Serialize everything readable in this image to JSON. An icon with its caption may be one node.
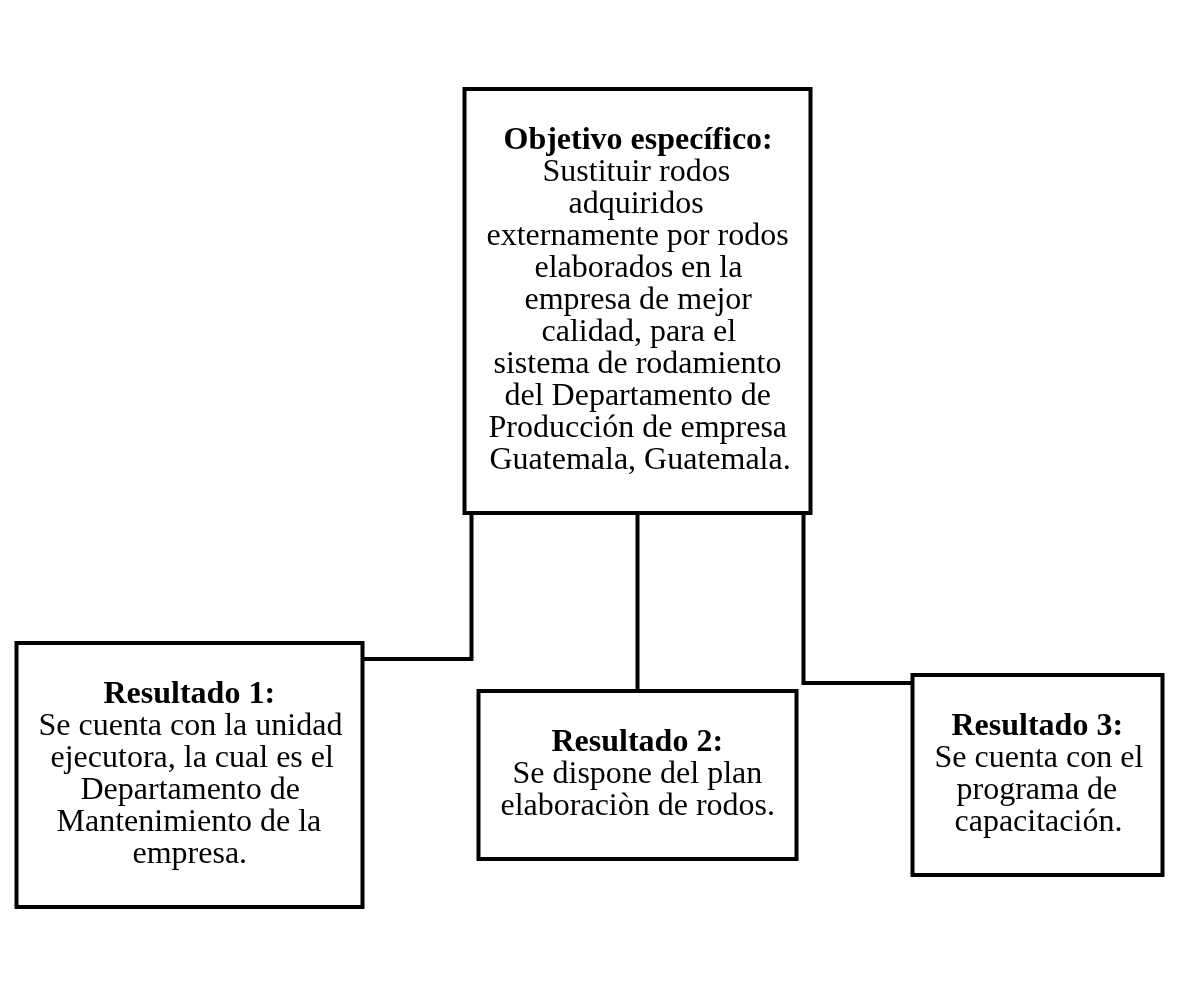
{
  "diagram": {
    "nodes": [
      {
        "text": [
          "Objetivo específico:",
          "Sustituir rodos adquiridos externamente por rodos elaborados en la empresa de mejor calidad, para el sistema de rodamiento del Departamento de Producción de empresa Guatemala, Guatemala."
        ]
      },
      {
        "text": [
          "Resultado 1:",
          "Se cuenta con la unidad ejecutora, la cual es el Departamento de Mantenimiento de la empresa."
        ]
      },
      {
        "text": [
          "Resultado 2:",
          "Se dispone del plan elaboraciòn de rodos."
        ]
      },
      {
        "text": [
          "Resultado 3:",
          "Se cuenta con el programa de capacitación."
        ]
      }
    ],
    "edges": [
      {
        "from": 0,
        "to": 1,
        "arrow": "none"
      },
      {
        "from": 0,
        "to": 2,
        "arrow": "none"
      },
      {
        "from": 0,
        "to": 3,
        "arrow": "none"
      }
    ]
  }
}
